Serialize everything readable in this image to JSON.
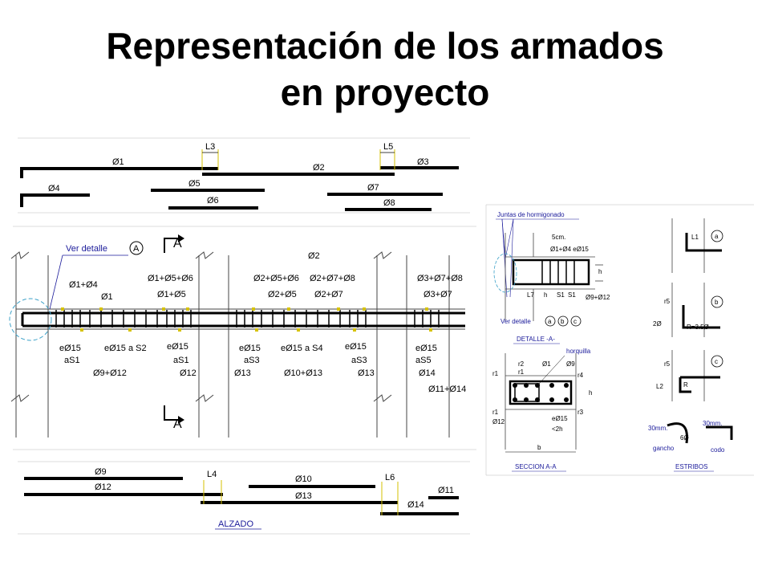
{
  "title": {
    "line1": "Representación de los armados",
    "line2": "en proyecto"
  },
  "colors": {
    "bar": "#000000",
    "yellow_mark": "#d6c200",
    "text_blue": "#1a1a9a",
    "concrete_line": "#444444",
    "cyan_mark": "#3aa0c8"
  },
  "top_bars": {
    "labels": [
      "Ø1",
      "Ø2",
      "Ø3",
      "Ø4",
      "Ø5",
      "Ø6",
      "Ø7",
      "Ø8"
    ],
    "lengths": [
      "L3",
      "L5"
    ]
  },
  "elevation": {
    "ver_detalle": "Ver detalle",
    "detail_ref": "A",
    "section_mark": "A",
    "top_labels": [
      "Ø1+Ø4",
      "Ø1",
      "Ø1+Ø5+Ø6",
      "Ø1+Ø5",
      "Ø2",
      "Ø2+Ø5+Ø6",
      "Ø2+Ø5",
      "Ø2+Ø7+Ø8",
      "Ø2+Ø7",
      "Ø3+Ø7+Ø8",
      "Ø3+Ø7"
    ],
    "bottom_labels": {
      "span1": [
        "eØ15",
        "aS1",
        "eØ15 a S2",
        "eØ15",
        "aS1",
        "Ø9+Ø12",
        "Ø12"
      ],
      "span2": [
        "eØ15",
        "aS3",
        "eØ15 a S4",
        "eØ15",
        "aS3",
        "Ø13",
        "Ø10+Ø13",
        "Ø13"
      ],
      "span3": [
        "eØ15",
        "aS5",
        "Ø14",
        "Ø11+Ø14"
      ]
    }
  },
  "bottom_bars": {
    "labels": [
      "Ø9",
      "Ø12",
      "Ø10",
      "Ø13",
      "Ø11",
      "Ø14"
    ],
    "lengths": [
      "L4",
      "L6"
    ],
    "caption": "ALZADO"
  },
  "detail_a": {
    "juntas": "Juntas de hormigonado",
    "cover": "5cm.",
    "bars_top": "Ø1+Ø4 eØ15",
    "bars_bottom": "Ø9+Ø12",
    "dims": [
      "L7",
      "h",
      "S1",
      "S1",
      "h"
    ],
    "ver_detalle": "Ver detalle",
    "refs": [
      "a",
      "b",
      "c"
    ],
    "caption": "DETALLE -A-"
  },
  "section_a": {
    "horquilla": "horquilla",
    "labels": [
      "Ø1",
      "Ø9",
      "r1",
      "r2",
      "r1",
      "r4",
      "r1",
      "r3",
      "h",
      "Ø12",
      "eØ15",
      "<2h",
      "b"
    ],
    "caption": "SECCION A-A"
  },
  "estribos": {
    "refs": [
      "a",
      "b",
      "c"
    ],
    "labels": [
      "L1",
      "r5",
      "2Ø",
      "R=3.5Ø",
      "r5",
      "L2",
      "R"
    ],
    "hooks": [
      "30mm.",
      "30mm.",
      "gancho",
      "codo",
      "6Ø"
    ],
    "caption": "ESTRIBOS"
  }
}
